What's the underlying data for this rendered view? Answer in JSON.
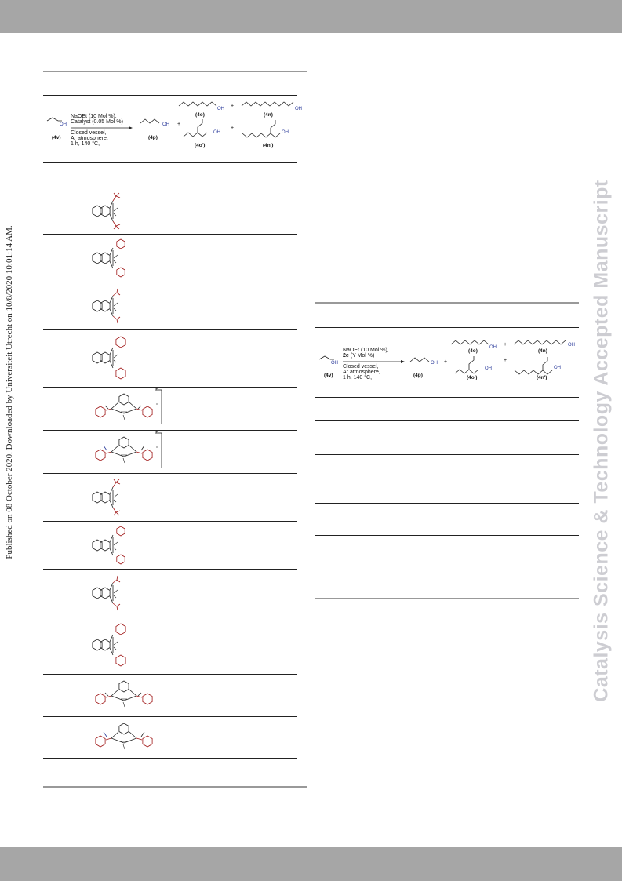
{
  "side_note": "Published on 08 October 2020. Downloaded by Universiteit Utrecht on 10/8/2020 10:01:14 AM.",
  "watermark": "Catalysis Science & Technology Accepted Manuscript",
  "left_scheme": {
    "conditions": [
      "NaOEt (10 Mol %),",
      "Catalyst (0.05 Mol %)",
      "Closed vessel,",
      "Ar atmosphere,",
      "1 h, 140 °C,"
    ],
    "labels": {
      "start": "(4v)",
      "p": "(4p)",
      "o": "(4o)",
      "n": "(4n)",
      "o2": "(4o')",
      "n2": "(4n')"
    },
    "oh": "OH",
    "plus": "+"
  },
  "right_scheme": {
    "conditions_line1": "NaOEt (10 Mol %),",
    "catalyst_bold": "2e",
    "catalyst_rest": " (Y Mol %)",
    "conditions_rest": [
      "Closed vessel,",
      "Ar atmosphere,",
      "1 h, 140 °C,"
    ],
    "labels": {
      "start": "(4v)",
      "p": "(4p)",
      "o": "(4o)",
      "n": "(4n)",
      "o2": "(4o')",
      "n2": "(4n')"
    },
    "oh": "OH",
    "plus": "+"
  },
  "catalyst_rows": [
    {
      "type": "tbu",
      "charge": ""
    },
    {
      "type": "cy",
      "charge": ""
    },
    {
      "type": "ipr",
      "charge": ""
    },
    {
      "type": "ph",
      "charge": ""
    },
    {
      "type": "nhc",
      "charge": "+"
    },
    {
      "type": "nhc-me",
      "charge": "+"
    },
    {
      "type": "tbu",
      "charge": ""
    },
    {
      "type": "cy",
      "charge": ""
    },
    {
      "type": "ipr",
      "charge": ""
    },
    {
      "type": "ph",
      "charge": ""
    },
    {
      "type": "nhc",
      "charge": ""
    },
    {
      "type": "nhc-me",
      "charge": ""
    }
  ],
  "colors": {
    "accent": "#a01818",
    "oh": "#2a3a9a",
    "bar": "#a6a6a6",
    "watermark": "#cdcdd2"
  }
}
